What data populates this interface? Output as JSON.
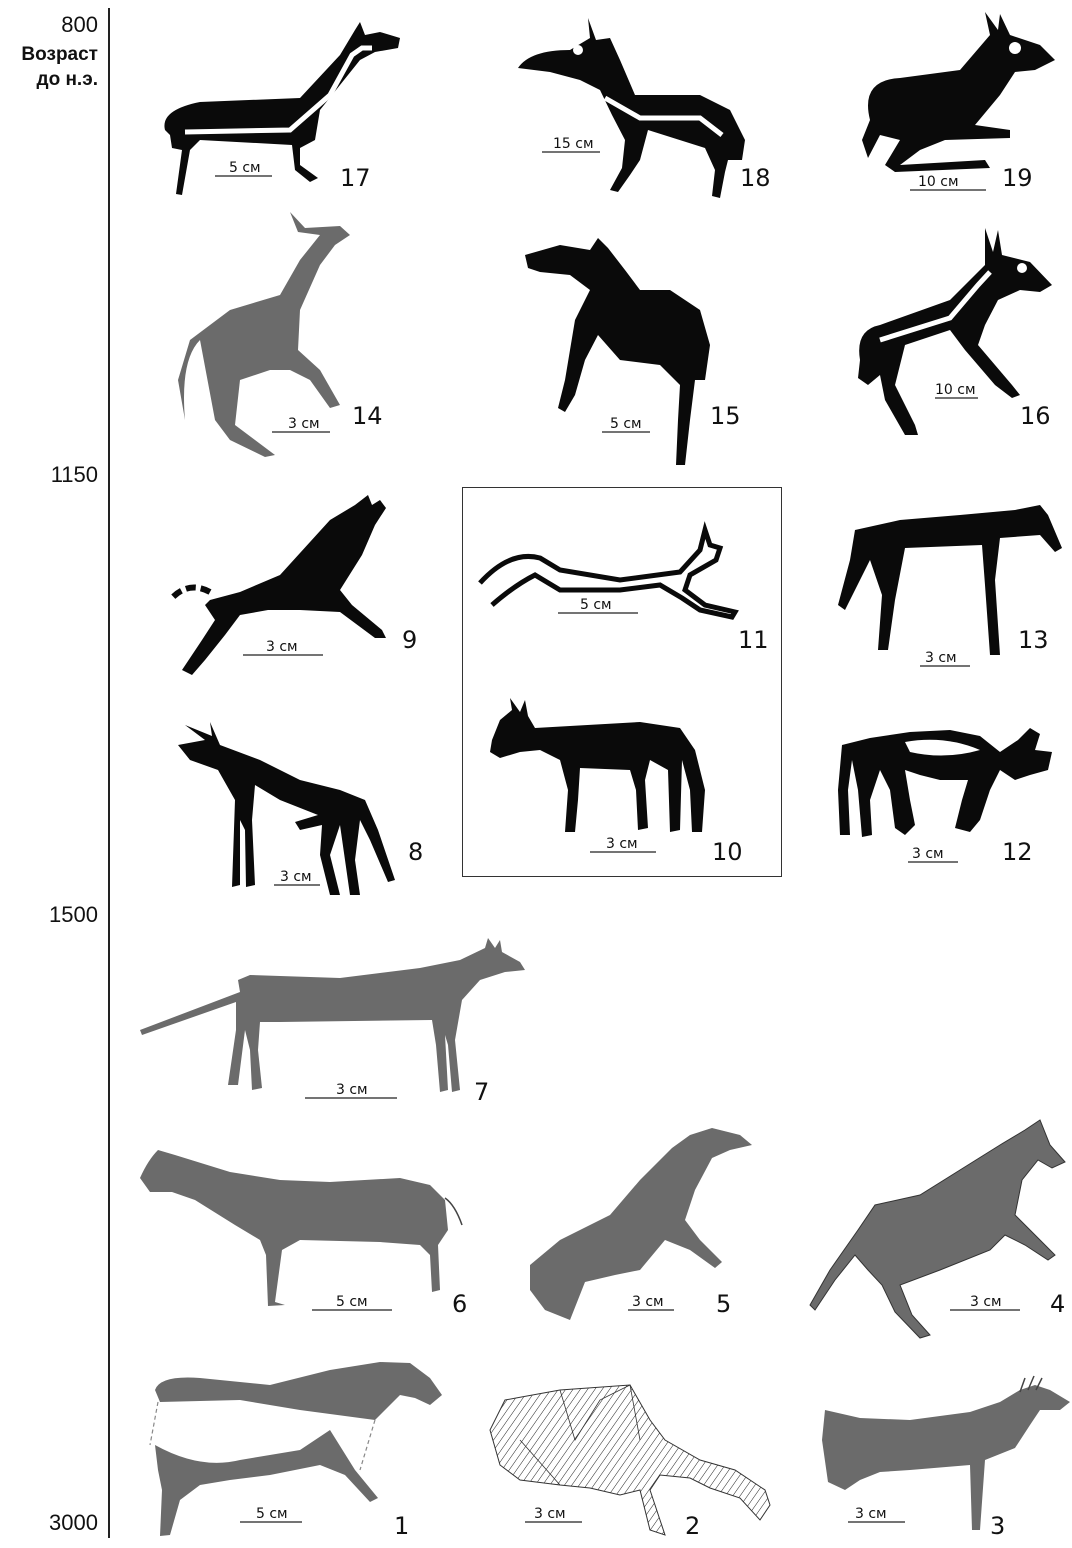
{
  "axis": {
    "title_line1": "Возраст",
    "title_line2": "до н.э.",
    "ticks": [
      "800",
      "1150",
      "1500",
      "3000"
    ]
  },
  "figures": [
    {
      "num": "17",
      "scale": "5 см"
    },
    {
      "num": "18",
      "scale": "15 см"
    },
    {
      "num": "19",
      "scale": "10 см"
    },
    {
      "num": "14",
      "scale": "3 см"
    },
    {
      "num": "15",
      "scale": "5 см"
    },
    {
      "num": "16",
      "scale": "10 см"
    },
    {
      "num": "9",
      "scale": "3 см"
    },
    {
      "num": "11",
      "scale": "5 см"
    },
    {
      "num": "13",
      "scale": "3 см"
    },
    {
      "num": "8",
      "scale": "3 см"
    },
    {
      "num": "10",
      "scale": "3 см"
    },
    {
      "num": "12",
      "scale": "3 см"
    },
    {
      "num": "7",
      "scale": "3 см"
    },
    {
      "num": "6",
      "scale": "5 см"
    },
    {
      "num": "5",
      "scale": "3 см"
    },
    {
      "num": "4",
      "scale": "3 см"
    },
    {
      "num": "1",
      "scale": "5 см"
    },
    {
      "num": "2",
      "scale": "3 см"
    },
    {
      "num": "3",
      "scale": "3 см"
    }
  ],
  "colors": {
    "black_figure": "#0a0a0a",
    "gray_figure": "#6b6b6b",
    "axis": "#222222"
  }
}
